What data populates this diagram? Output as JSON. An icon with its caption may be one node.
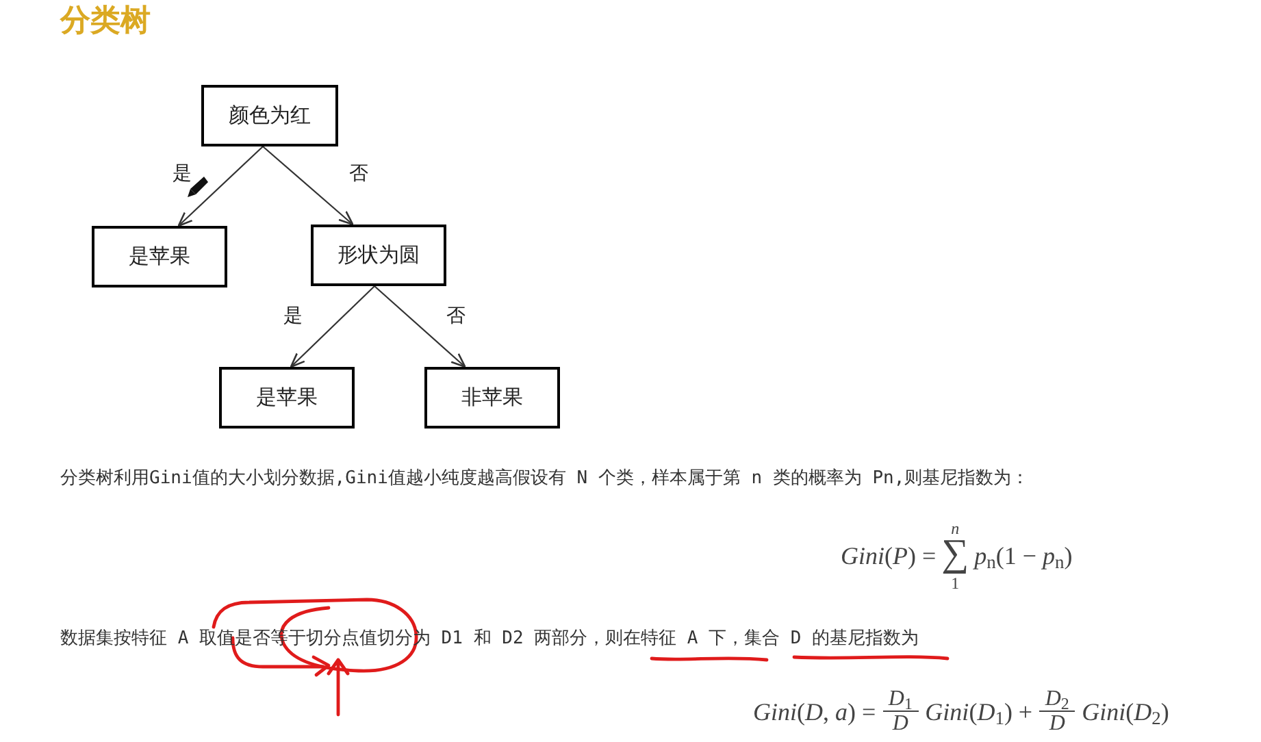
{
  "diagram": {
    "title": "分类树",
    "nodes": [
      {
        "text": [
          "颜色为红"
        ]
      },
      {
        "text": [
          "是苹果"
        ]
      },
      {
        "text": [
          "形状为圆"
        ]
      },
      {
        "text": [
          "是苹果"
        ]
      },
      {
        "text": [
          "非苹果"
        ]
      }
    ],
    "edges": [
      {
        "from": 0,
        "to": 1,
        "arrow": "to",
        "label": "是"
      },
      {
        "from": 0,
        "to": 2,
        "arrow": "to",
        "label": "否"
      },
      {
        "from": 2,
        "to": 3,
        "arrow": "to",
        "label": "是"
      },
      {
        "from": 2,
        "to": 4,
        "arrow": "to",
        "label": "否"
      }
    ],
    "labels": [
      "分类树利用Gini值的大小划分数据,Gini值越小纯度越高假设有 N 个类，样本属于第 n 类的概率为 Pn,则基尼指数为：",
      "*Gini*(*P*) =",
      "*n*",
      "∑",
      "1",
      "*p*$_{n}$(1 − *p*$_{n}$)",
      "数据集按特征 A 取值是否等于切分点值切分为 D1 和 D2 两部分，则在特征 A 下，集合 D 的基尼指数为",
      "*Gini*(*D*, *a*) =",
      "*D*$_{1}$",
      "*D*",
      "*Gini*(*D*$_{1}$) +",
      "*D*$_{2}$",
      "*D*",
      "*Gini*(*D*$_{2}$)"
    ]
  }
}
